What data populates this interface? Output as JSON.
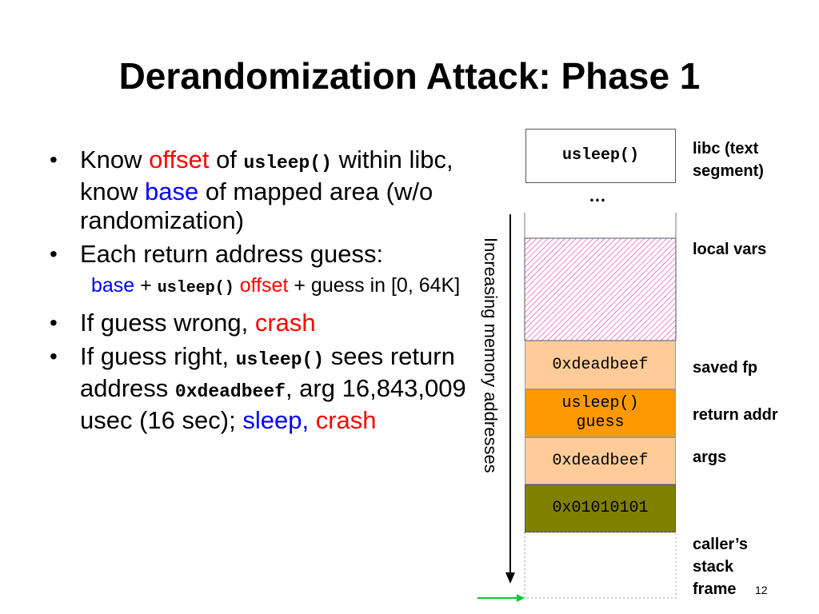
{
  "title": "Derandomization Attack: Phase 1",
  "bullets": [
    {
      "know": "Know",
      "offset": "offset",
      "of1": "of",
      "usleep": "usleep()",
      "within": "within libc, know",
      "base": "base",
      "of2": "of",
      "rest": "mapped area (w/o randomization)"
    },
    {
      "text": "Each return address guess:"
    },
    {
      "wrong": "If guess wrong,",
      "crash": "crash"
    },
    {
      "right": "If guess right,",
      "usleep": "usleep()",
      "sees": "sees return address",
      "deadbeef": "0xdeadbeef",
      "arg": ", arg 16,843,009 usec (16 sec);",
      "sleep": "sleep,",
      "crash": "crash"
    }
  ],
  "sub": {
    "base": "base",
    "plus1": "+",
    "usleep": "usleep()",
    "offset": "offset",
    "plus2": "+",
    "guess": "guess in [0, 64K]"
  },
  "diagram": {
    "axis_label": "Increasing memory addresses",
    "libc_box": "usleep()",
    "ellipsis": "…",
    "saved_fp": "0xdeadbeef",
    "ret_line1": "usleep()",
    "ret_line2": "guess",
    "args": "0xdeadbeef",
    "arg_val": "0x01010101",
    "labels": {
      "libc": "libc (text segment)",
      "local": "local vars",
      "fp": "saved fp",
      "ret": "return addr",
      "args": "args",
      "caller": "caller’s stack frame"
    },
    "colors": {
      "hatch": "#e040c0",
      "saved_fp": "#ffcc99",
      "ret": "#ff9900",
      "args": "#ffcc99",
      "arg_val": "#808000",
      "arrow": "#00cc33"
    }
  },
  "page_number": "12"
}
